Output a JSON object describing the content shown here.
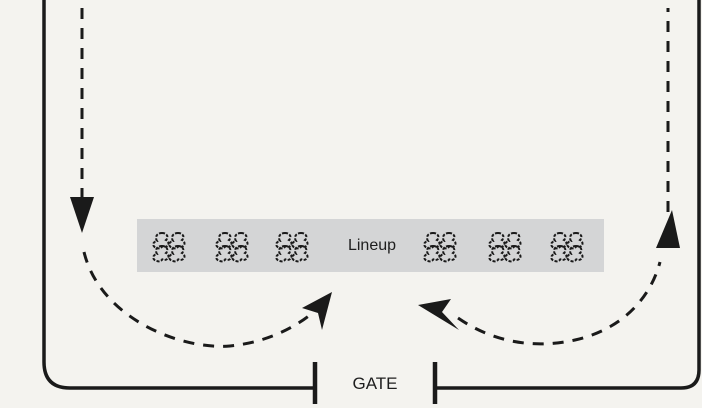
{
  "diagram": {
    "lineup_label": "Lineup",
    "gate_label": "GATE",
    "colors": {
      "background": "#f4f3ef",
      "ink": "#1a1a1a",
      "lineup_fill": "#d4d5d6"
    },
    "icons": {
      "horse_group": "horse-group-top-view-icon",
      "path_arrow": "dashed-arrow"
    },
    "horse_groups_left_count": 3,
    "horse_groups_right_count": 3
  }
}
